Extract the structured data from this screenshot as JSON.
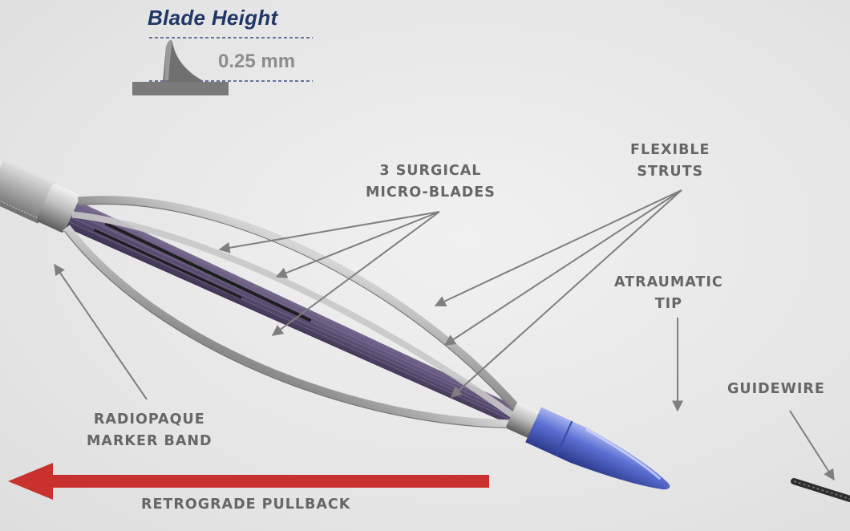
{
  "blade_height": {
    "title": "Blade Height",
    "value": "0.25 mm"
  },
  "labels": {
    "surgical_blades": [
      "3 SURGICAL",
      "MICRO-BLADES"
    ],
    "flexible_struts": [
      "FLEXIBLE",
      "STRUTS"
    ],
    "atraumatic_tip": [
      "ATRAUMATIC",
      "TIP"
    ],
    "guidewire": [
      "GUIDEWIRE"
    ],
    "marker_band": [
      "RADIOPAQUE",
      "MARKER BAND"
    ],
    "pullback": "RETROGRADE PULLBACK"
  },
  "colors": {
    "title_navy": "#1f3766",
    "label_gray": "#666666",
    "arrow_red": "#c8312d",
    "tip_blue": "#4a5fc4",
    "balloon_purple": "#5a4d72"
  }
}
